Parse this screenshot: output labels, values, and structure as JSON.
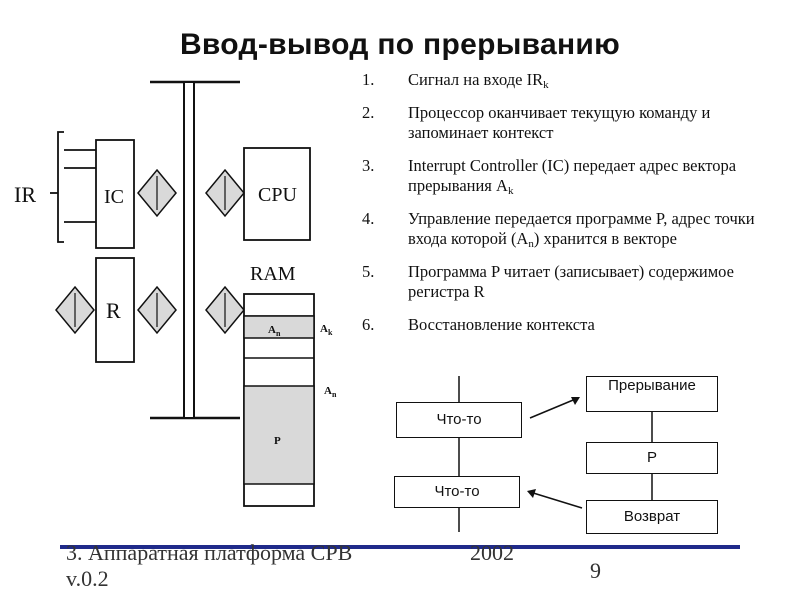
{
  "title": "Ввод-вывод по прерыванию",
  "diagram": {
    "ir_label": "IR",
    "ic_label": "IC",
    "cpu_label": "CPU",
    "r_label": "R",
    "ram_label": "RAM",
    "an_cell": "A",
    "an_cell_sub": "n",
    "ak_label": "A",
    "ak_sub": "k",
    "an_label": "A",
    "an_sub": "n",
    "p_cell": "P"
  },
  "steps": [
    {
      "num": "1.",
      "text": "Сигнал на входе IR",
      "sub": "k",
      "after": ""
    },
    {
      "num": "2.",
      "text": "Процессор оканчивает текущую команду и запоминает контекст",
      "sub": "",
      "after": ""
    },
    {
      "num": "3.",
      "text": "Interrupt Controller (IC) передает адрес вектора прерывания A",
      "sub": "k",
      "after": ""
    },
    {
      "num": "4.",
      "text": "Управление передается программе P, адрес точки входа которой (A",
      "sub": "n",
      "after": ") хранится в векторе"
    },
    {
      "num": "5.",
      "text": "Программа P читает (записывает) содержимое регистра R",
      "sub": "",
      "after": ""
    },
    {
      "num": "6.",
      "text": "Восстановление контекста",
      "sub": "",
      "after": ""
    }
  ],
  "flow": {
    "something_top": "Что-то",
    "something_bottom": "Что-то",
    "interrupt": "Прерывание",
    "p": "P",
    "return": "Возврат"
  },
  "footer": {
    "left_line1": "3. Аппаратная платформа СРВ",
    "left_line2": "v.0.2",
    "year": "2002",
    "page": "9"
  },
  "colors": {
    "footer_line": "#1f2a8a",
    "diamond_fill": "#d9d9d9",
    "cell_fill": "#d9d9d9"
  }
}
